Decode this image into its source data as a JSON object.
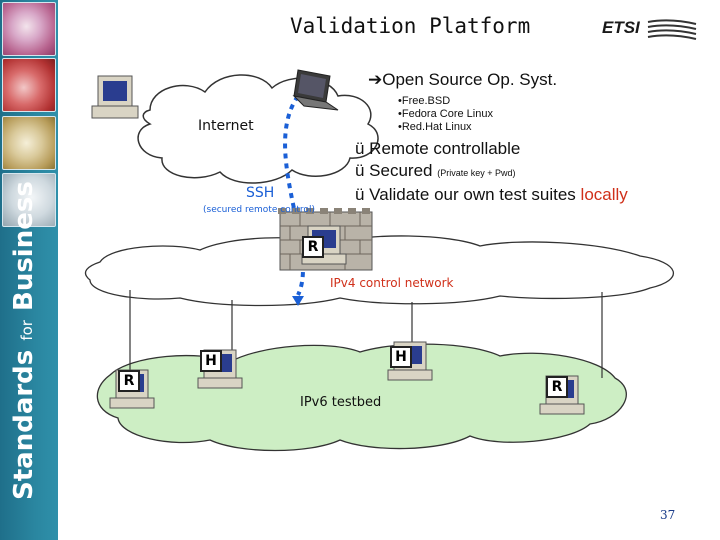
{
  "title": "Validation Platform",
  "logo": "ETSI",
  "sidebar": {
    "big1": "Standards ",
    "small": "for",
    "big2": " Business"
  },
  "os_heading": "Open Source Op. Syst.",
  "os_list": [
    "•Free.BSD",
    "•Fedora Core Linux",
    "•Red.Hat Linux"
  ],
  "features": {
    "remote": "ü Remote controllable",
    "secured": "ü Secured",
    "secured_note": "(Private key + Pwd)",
    "validate": "ü Validate our own test suites",
    "validate_highlight": "locally"
  },
  "labels": {
    "internet": "Internet",
    "ssh": "SSH",
    "ssh_note": "(secured remote control)",
    "ipv4": "IPv4 control network",
    "ipv6": "IPv6 testbed"
  },
  "nodes": {
    "router": "R",
    "host": "H"
  },
  "colors": {
    "ssh": "#1a5fd6",
    "ipv4_text": "#d0301a",
    "ipv6_cloud": "#cdeec4",
    "sidebar": "#2a86a0",
    "locally": "#d0301a"
  },
  "page_number": "37"
}
